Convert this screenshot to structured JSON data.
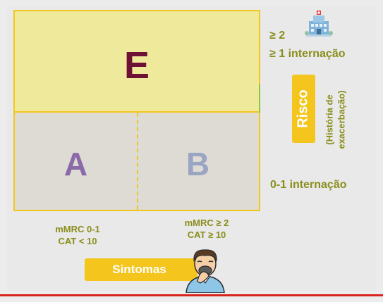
{
  "cells": {
    "e": "E",
    "a": "A",
    "b": "B"
  },
  "risk": {
    "high_line1": "≥ 2",
    "high_line2": "≥ 1 internação",
    "low": "0-1 internação",
    "label": "Risco",
    "sub_line1": "(História de",
    "sub_line2": "exacerbação)"
  },
  "symptoms": {
    "left_line1": "mMRC 0-1",
    "left_line2": "CAT < 10",
    "right_line1": "mMRC ≥ 2",
    "right_line2": "CAT ≥ 10",
    "label": "Sintomas"
  },
  "icons": {
    "hospital": "hospital-icon",
    "person": "coughing-person-icon"
  },
  "colors": {
    "accent_yellow": "#f4c51d",
    "text_green": "#8a8e1c",
    "cell_e_fill": "#efe99c",
    "letter_e": "#6d1236",
    "letter_a": "#8b6aa8",
    "letter_b": "#9aa5c4"
  }
}
